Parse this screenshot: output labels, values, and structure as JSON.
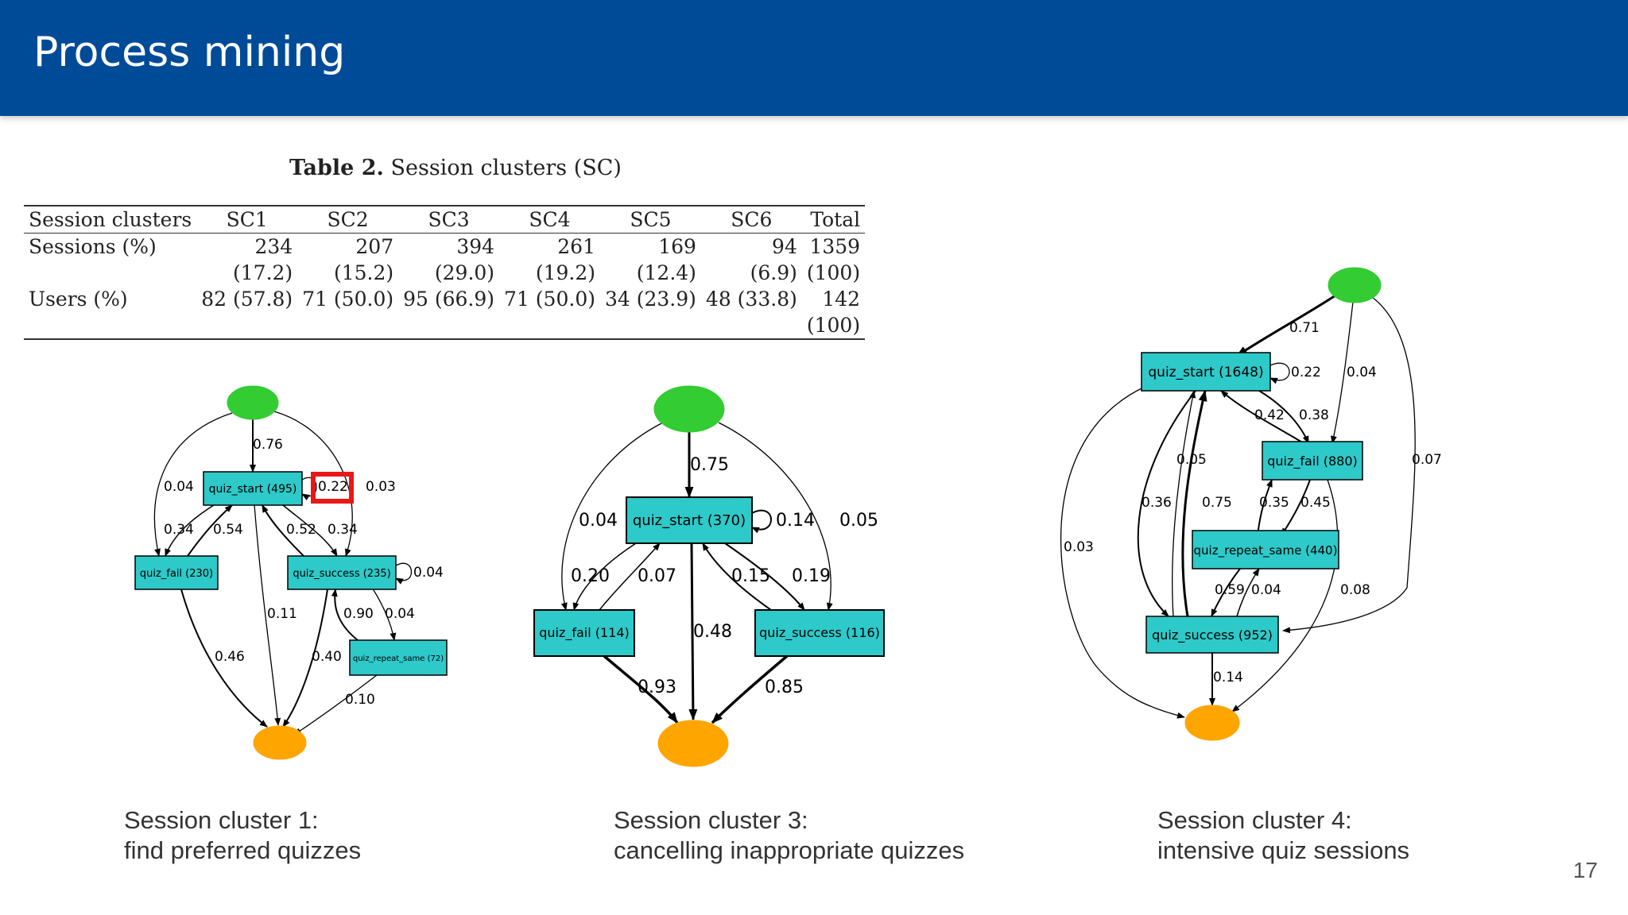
{
  "slide": {
    "title": "Process mining",
    "page_number": "17"
  },
  "table": {
    "caption_label": "Table 2.",
    "caption_text": "Session clusters (SC)",
    "columns": [
      "Session clusters",
      "SC1",
      "SC2",
      "SC3",
      "SC4",
      "SC5",
      "SC6",
      "Total"
    ],
    "sessions": {
      "label": "Sessions (%)",
      "counts": [
        "234",
        "207",
        "394",
        "261",
        "169",
        "94",
        "1359"
      ],
      "percents": [
        "(17.2)",
        "(15.2)",
        "(29.0)",
        "(19.2)",
        "(12.4)",
        "(6.9)",
        "(100)"
      ]
    },
    "users": {
      "label": "Users (%)",
      "values": [
        "82 (57.8)",
        "71 (50.0)",
        "95 (66.9)",
        "71 (50.0)",
        "34 (23.9)",
        "48 (33.8)",
        "142"
      ],
      "total_percent": "(100)"
    }
  },
  "graphs": {
    "colors": {
      "start_node": "#33cc33",
      "end_node": "#ffa500",
      "activity_node": "#2ec9c9",
      "highlight": "#e81818"
    },
    "sc1": {
      "nodes": {
        "quiz_start": "quiz_start (495)",
        "quiz_fail": "quiz_fail (230)",
        "quiz_success": "quiz_success (235)",
        "quiz_repeat_same": "quiz_repeat_same (72)"
      },
      "edges": {
        "start_to_qs": "0.76",
        "start_to_fail": "0.04",
        "start_to_success": "0.03",
        "qs_self": "0.22",
        "qs_to_fail": "0.34",
        "fail_to_qs": "0.54",
        "success_to_qs": "0.52",
        "qs_to_success": "0.34",
        "success_self": "0.04",
        "qs_to_end": "0.11",
        "success_to_repeat": "0.04",
        "repeat_to_success": "0.90",
        "fail_to_end": "0.46",
        "success_to_end": "0.40",
        "repeat_to_end": "0.10"
      },
      "caption_line1": "Session cluster 1:",
      "caption_line2": "find preferred quizzes"
    },
    "sc3": {
      "nodes": {
        "quiz_start": "quiz_start (370)",
        "quiz_fail": "quiz_fail (114)",
        "quiz_success": "quiz_success (116)"
      },
      "edges": {
        "start_to_qs": "0.75",
        "start_to_fail": "0.04",
        "start_to_success": "0.05",
        "qs_self": "0.14",
        "qs_to_fail": "0.20",
        "fail_to_qs": "0.07",
        "success_to_qs": "0.15",
        "qs_to_success": "0.19",
        "qs_to_end": "0.48",
        "fail_to_end": "0.93",
        "success_to_end": "0.85"
      },
      "caption_line1": "Session cluster 3:",
      "caption_line2": "cancelling inappropriate quizzes"
    },
    "sc4": {
      "nodes": {
        "quiz_start": "quiz_start (1648)",
        "quiz_fail": "quiz_fail (880)",
        "quiz_repeat_same": "quiz_repeat_same (440)",
        "quiz_success": "quiz_success (952)"
      },
      "edges": {
        "start_to_qs": "0.71",
        "start_to_fail": "0.04",
        "start_to_success": "0.07",
        "qs_self": "0.22",
        "fail_to_qs": "0.42",
        "qs_to_fail": "0.38",
        "success_to_qs_a": "0.05",
        "qs_to_success": "0.36",
        "success_to_qs_b": "0.75",
        "repeat_to_fail": "0.35",
        "fail_to_repeat": "0.45",
        "qs_to_end": "0.03",
        "repeat_to_success": "0.59",
        "success_to_repeat": "0.04",
        "fail_to_end": "0.08",
        "success_to_end": "0.14"
      },
      "caption_line1": "Session cluster 4:",
      "caption_line2": "intensive quiz sessions"
    }
  }
}
